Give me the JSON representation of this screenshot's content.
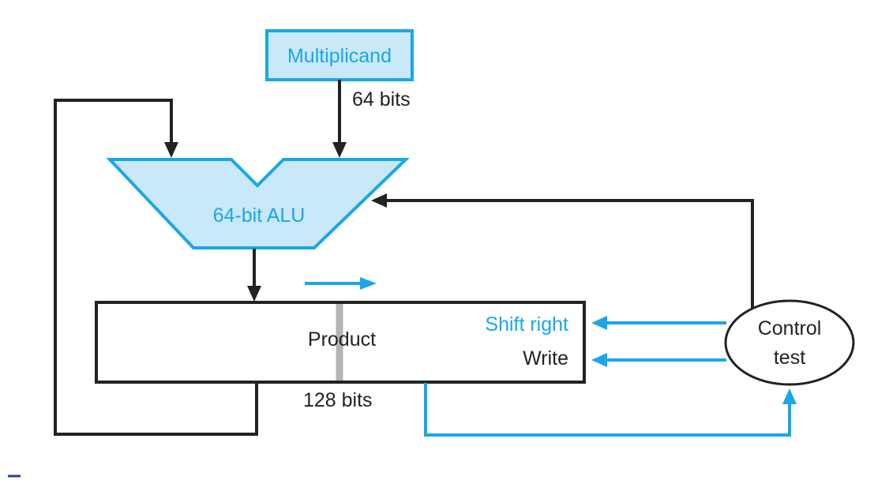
{
  "multiplicand": {
    "label": "Multiplicand",
    "width": "64 bits"
  },
  "alu": {
    "label": "64-bit ALU"
  },
  "product": {
    "label": "Product",
    "width": "128 bits"
  },
  "control": {
    "line1": "Control",
    "line2": "test"
  },
  "signals": {
    "shift_right": "Shift right",
    "write": "Write"
  },
  "colors": {
    "accent": "#1aa7e8",
    "fill": "#c9e8f9",
    "line": "#222222",
    "divider": "#b5b5b5"
  }
}
